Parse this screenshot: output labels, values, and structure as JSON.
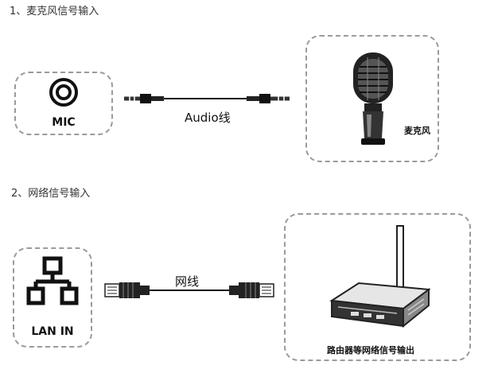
{
  "section1": {
    "heading": "1、麦克风信号输入",
    "port_label": "MIC",
    "cable_label": "Audio线",
    "device_label": "麦克风"
  },
  "section2": {
    "heading": "2、网络信号输入",
    "port_label": "LAN IN",
    "cable_label": "网线",
    "device_label": "路由器等网络信号输出"
  }
}
